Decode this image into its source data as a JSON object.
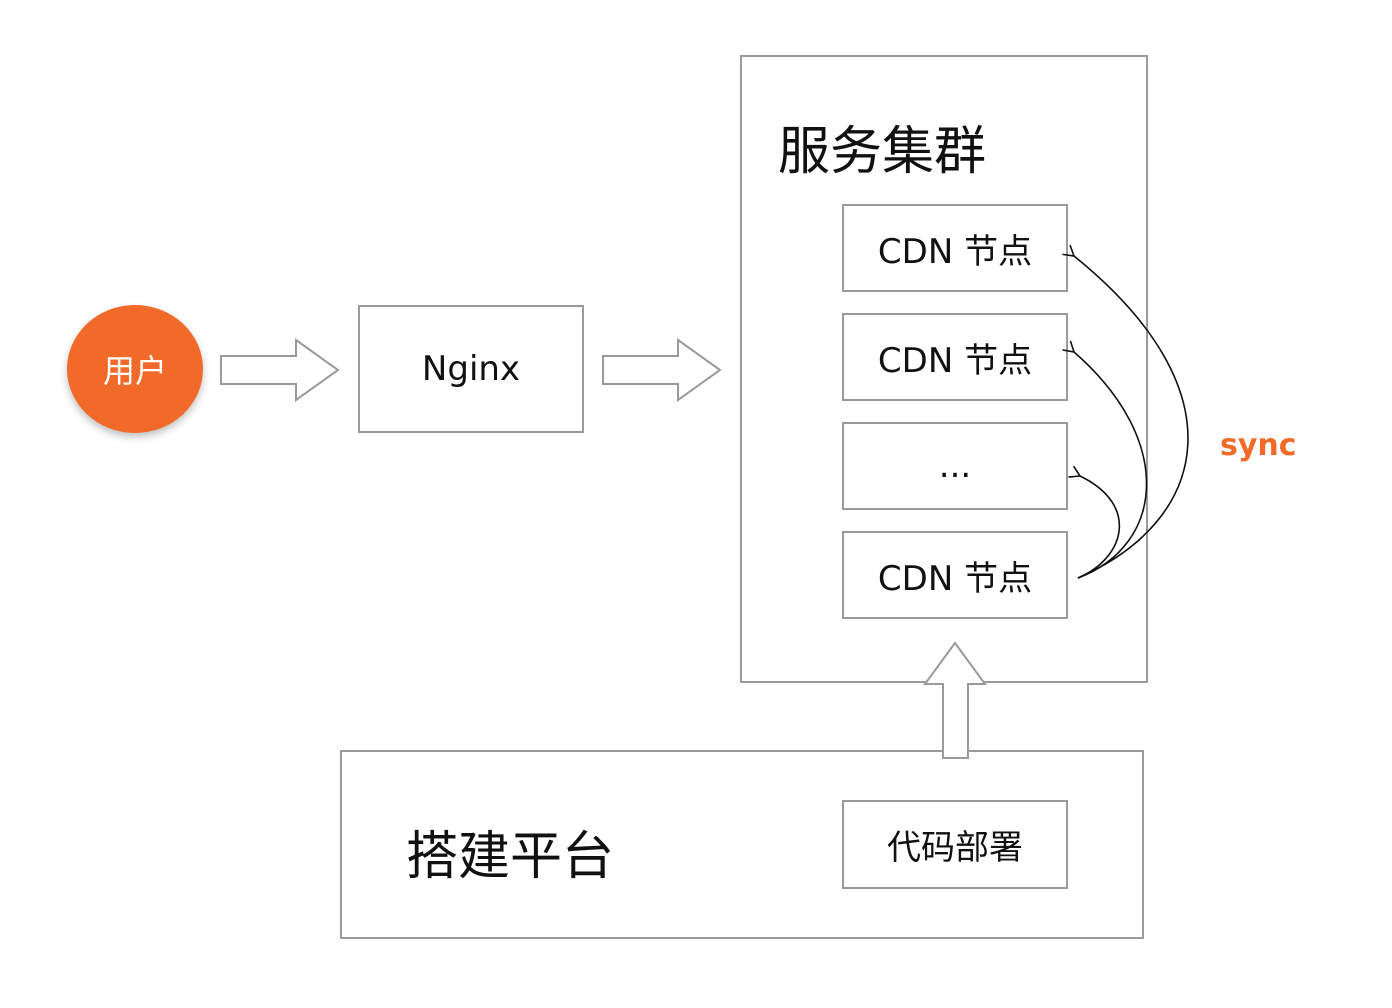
{
  "user": {
    "label": "用户",
    "color": "#f26a2a"
  },
  "nginx": {
    "label": "Nginx"
  },
  "cluster": {
    "title": "服务集群",
    "nodes": [
      "CDN 节点",
      "CDN 节点",
      "...",
      "CDN 节点"
    ]
  },
  "platform": {
    "title": "搭建平台",
    "deploy": "代码部署"
  },
  "sync": {
    "label": "sync",
    "color": "#f26a2a"
  }
}
